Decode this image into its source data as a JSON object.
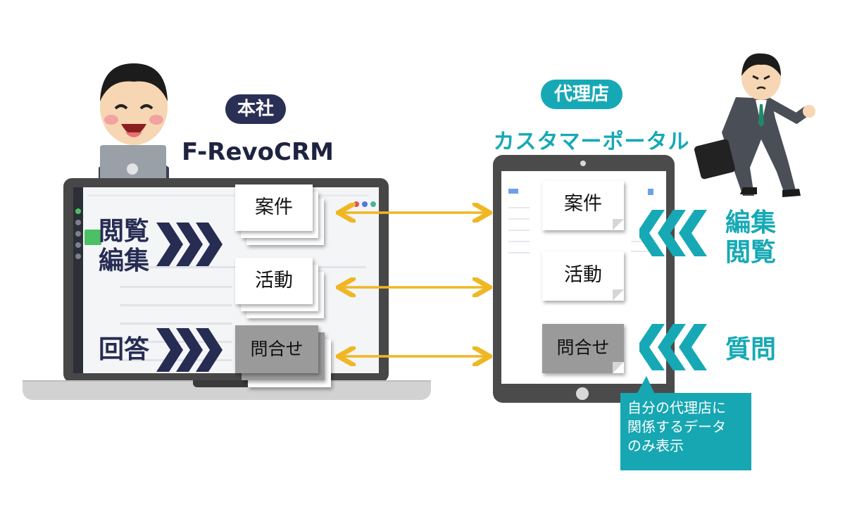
{
  "hq": {
    "badge": "本社",
    "title": "F-RevoCRM",
    "actions": {
      "view_edit_line1": "閲覧",
      "view_edit_line2": "編集",
      "answer": "回答"
    }
  },
  "agency": {
    "badge": "代理店",
    "title": "カスタマーポータル",
    "actions": {
      "edit_view_line1": "編集",
      "edit_view_line2": "閲覧",
      "question": "質問"
    }
  },
  "records": [
    {
      "label": "案件",
      "style": "white"
    },
    {
      "label": "活動",
      "style": "white"
    },
    {
      "label": "問合せ",
      "style": "gray"
    }
  ],
  "callout": {
    "line1": "自分の代理店に",
    "line2": "関係するデータ",
    "line3": "のみ表示"
  },
  "colors": {
    "navy": "#262c52",
    "teal": "#16a9b5",
    "arrow_gold": "#f0b724",
    "inquiry_gray": "#9a9a9a"
  }
}
